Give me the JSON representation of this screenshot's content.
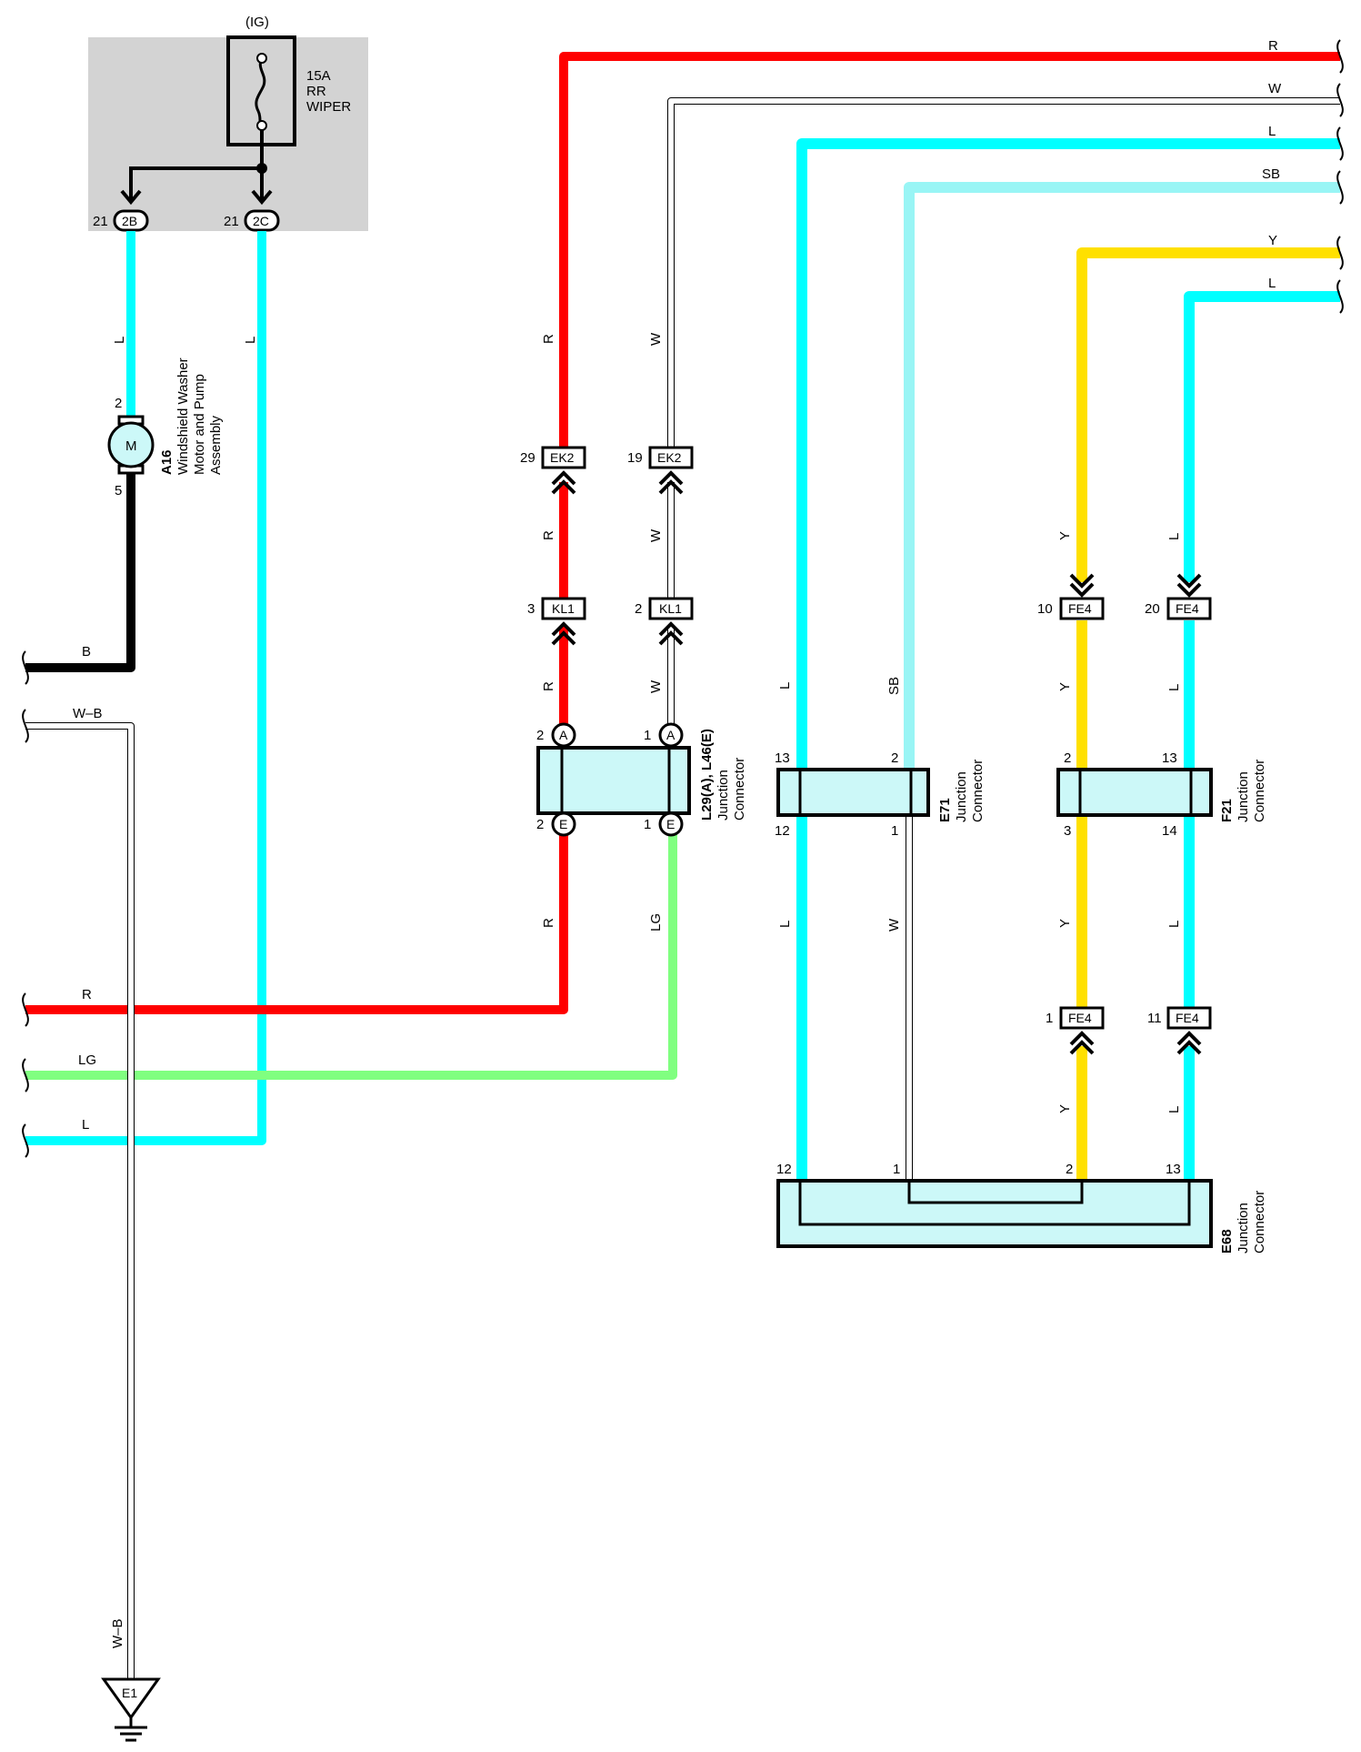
{
  "colors": {
    "R": "#ff0000",
    "L": "#00ffff",
    "SB": "#99f5f5",
    "Y": "#ffe000",
    "LG": "#80ff80",
    "B": "#000000",
    "W": "#ffffff",
    "fuse_box": "#d3d3d3",
    "connector_fill": "#ccf8f8"
  },
  "fuse": {
    "power": "(IG)",
    "rating": "15A",
    "line1": "RR",
    "line2": "WIPER",
    "pin_left_num": "21",
    "pin_left_code": "2B",
    "pin_right_num": "21",
    "pin_right_code": "2C"
  },
  "motor": {
    "code": "A16",
    "name_l1": "Windshield Washer",
    "name_l2": "Motor and Pump",
    "name_l3": "Assembly",
    "symbol": "M",
    "pin_top": "2",
    "pin_bottom": "5"
  },
  "wire_labels": {
    "L": "L",
    "R": "R",
    "W": "W",
    "SB": "SB",
    "Y": "Y",
    "B": "B",
    "WB": "W–B",
    "LG": "LG"
  },
  "connectors": {
    "ek2": "EK2",
    "kl1": "KL1",
    "fe4": "FE4",
    "ek2_r_pin": "29",
    "ek2_w_pin": "19",
    "kl1_r_pin": "3",
    "kl1_w_pin": "2",
    "fe4_y_top_pin": "10",
    "fe4_l_top_pin": "20",
    "fe4_y_bot_pin": "1",
    "fe4_l_bot_pin": "11"
  },
  "junctions": {
    "l29": {
      "code": "L29(A), L46(E)",
      "type1": "Junction",
      "type2": "Connector",
      "pinA": "A",
      "pinE": "E",
      "tl": "2",
      "tr": "1",
      "bl": "2",
      "br": "1"
    },
    "e71": {
      "code": "E71",
      "type1": "Junction",
      "type2": "Connector",
      "tl": "13",
      "tr": "2",
      "bl": "12",
      "br": "1"
    },
    "f21": {
      "code": "F21",
      "type1": "Junction",
      "type2": "Connector",
      "tl": "2",
      "tr": "13",
      "bl": "3",
      "br": "14"
    },
    "e68": {
      "code": "E68",
      "type1": "Junction",
      "type2": "Connector",
      "p1": "12",
      "p2": "1",
      "p3": "2",
      "p4": "13"
    }
  },
  "ground": {
    "code": "E1"
  }
}
